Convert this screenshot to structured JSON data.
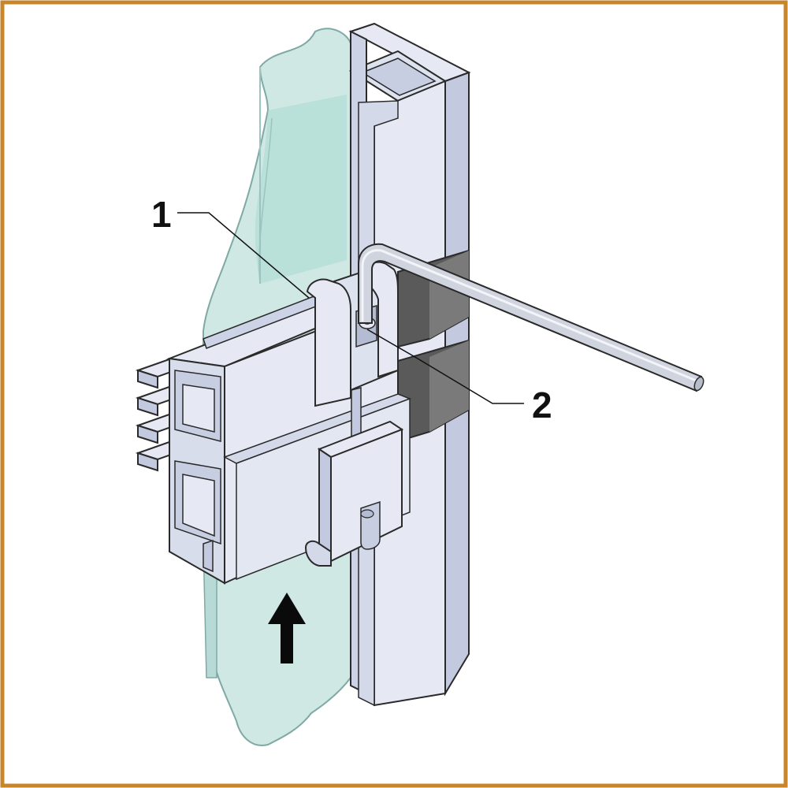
{
  "colors": {
    "border": "#C8862A",
    "background": "#FFFFFF",
    "glass_fill": "#CFE8E4",
    "glass_inner": "#A9D8D2",
    "glass_edge": "#7FA9A5",
    "profile_light": "#E6E9F3",
    "profile_mid": "#CDD3E6",
    "profile_dark": "#B4BCD4",
    "seal_dark": "#5A5A5A",
    "seal_mid": "#7A7A7A",
    "outline": "#2A2A2A",
    "arrow": "#0A0A0A"
  },
  "callouts": [
    {
      "id": "1",
      "label": "1"
    },
    {
      "id": "2",
      "label": "2"
    }
  ],
  "icons": {
    "direction_arrow": "arrow-up-icon",
    "hex_key": "allen-key-icon"
  }
}
